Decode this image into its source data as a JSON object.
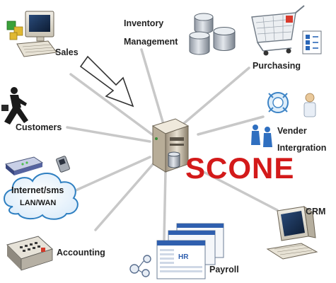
{
  "center": {
    "label": "SCONE",
    "icon": "server-icon"
  },
  "colors": {
    "accent": "#d31a1a",
    "spoke": "#c8c8c8",
    "cloud": "#2e7fc1"
  },
  "nodes": [
    {
      "id": "sales",
      "label": "Sales",
      "icon": "computer-icon"
    },
    {
      "id": "inventory",
      "label_lines": [
        "Inventory",
        "Management"
      ],
      "icon": "database-icon"
    },
    {
      "id": "purchasing",
      "label": "Purchasing",
      "icon": "shopping-cart-icon"
    },
    {
      "id": "customers",
      "label": "Customers",
      "icon": "running-man-icon"
    },
    {
      "id": "vender",
      "label_lines": [
        "Vender",
        "Intergration"
      ],
      "icon": "handshake-icon"
    },
    {
      "id": "internet",
      "label_lines": [
        "Internet/sms",
        "LAN/WAN"
      ],
      "icon": "router-cloud-icon"
    },
    {
      "id": "crm",
      "label": "CRM",
      "icon": "computer-icon"
    },
    {
      "id": "accounting",
      "label": "Accounting",
      "icon": "calculator-icon"
    },
    {
      "id": "payroll",
      "label": "Payroll",
      "icon": "hr-window-icon"
    }
  ],
  "hr_badge": "HR"
}
